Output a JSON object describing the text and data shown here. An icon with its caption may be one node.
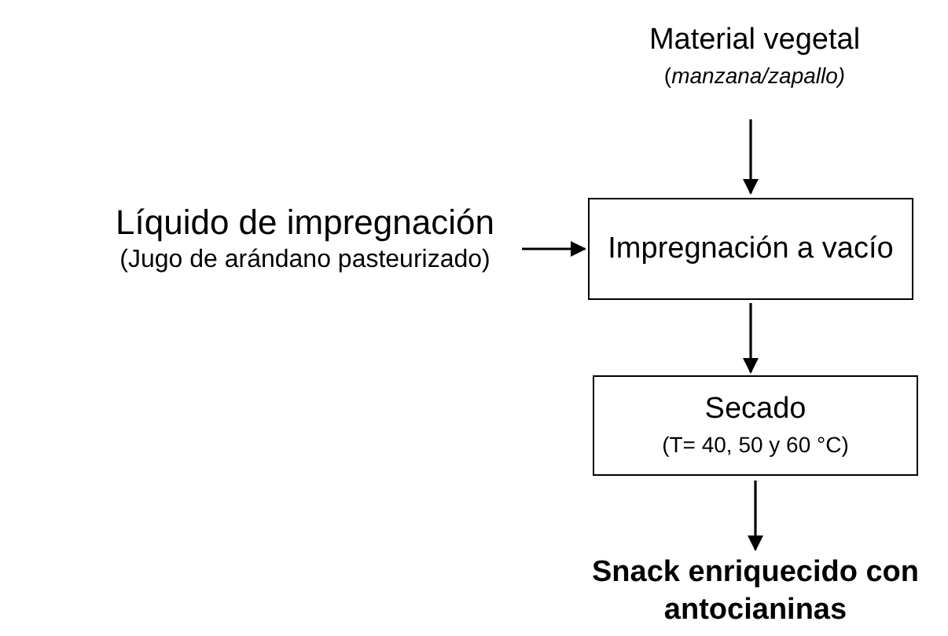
{
  "diagram": {
    "nodes": [
      {
        "text": [
          "Material vegetal",
          "(*manzana/zapallo)*"
        ]
      },
      {
        "text": [
          "Líquido de impregnación",
          "(Jugo de arándano pasteurizado)"
        ]
      },
      {
        "text": [
          "Impregnación a vacío"
        ]
      },
      {
        "text": [
          "Secado",
          "(T= 40, 50 y 60 °C)"
        ]
      },
      {
        "text": [
          "Snack enriquecido con antocianinas"
        ]
      }
    ],
    "edges": [
      {
        "from": 0,
        "to": 2,
        "arrow": "to"
      },
      {
        "from": 1,
        "to": 2,
        "arrow": "to"
      },
      {
        "from": 2,
        "to": 3,
        "arrow": "to"
      },
      {
        "from": 3,
        "to": 4,
        "arrow": "to"
      }
    ]
  }
}
